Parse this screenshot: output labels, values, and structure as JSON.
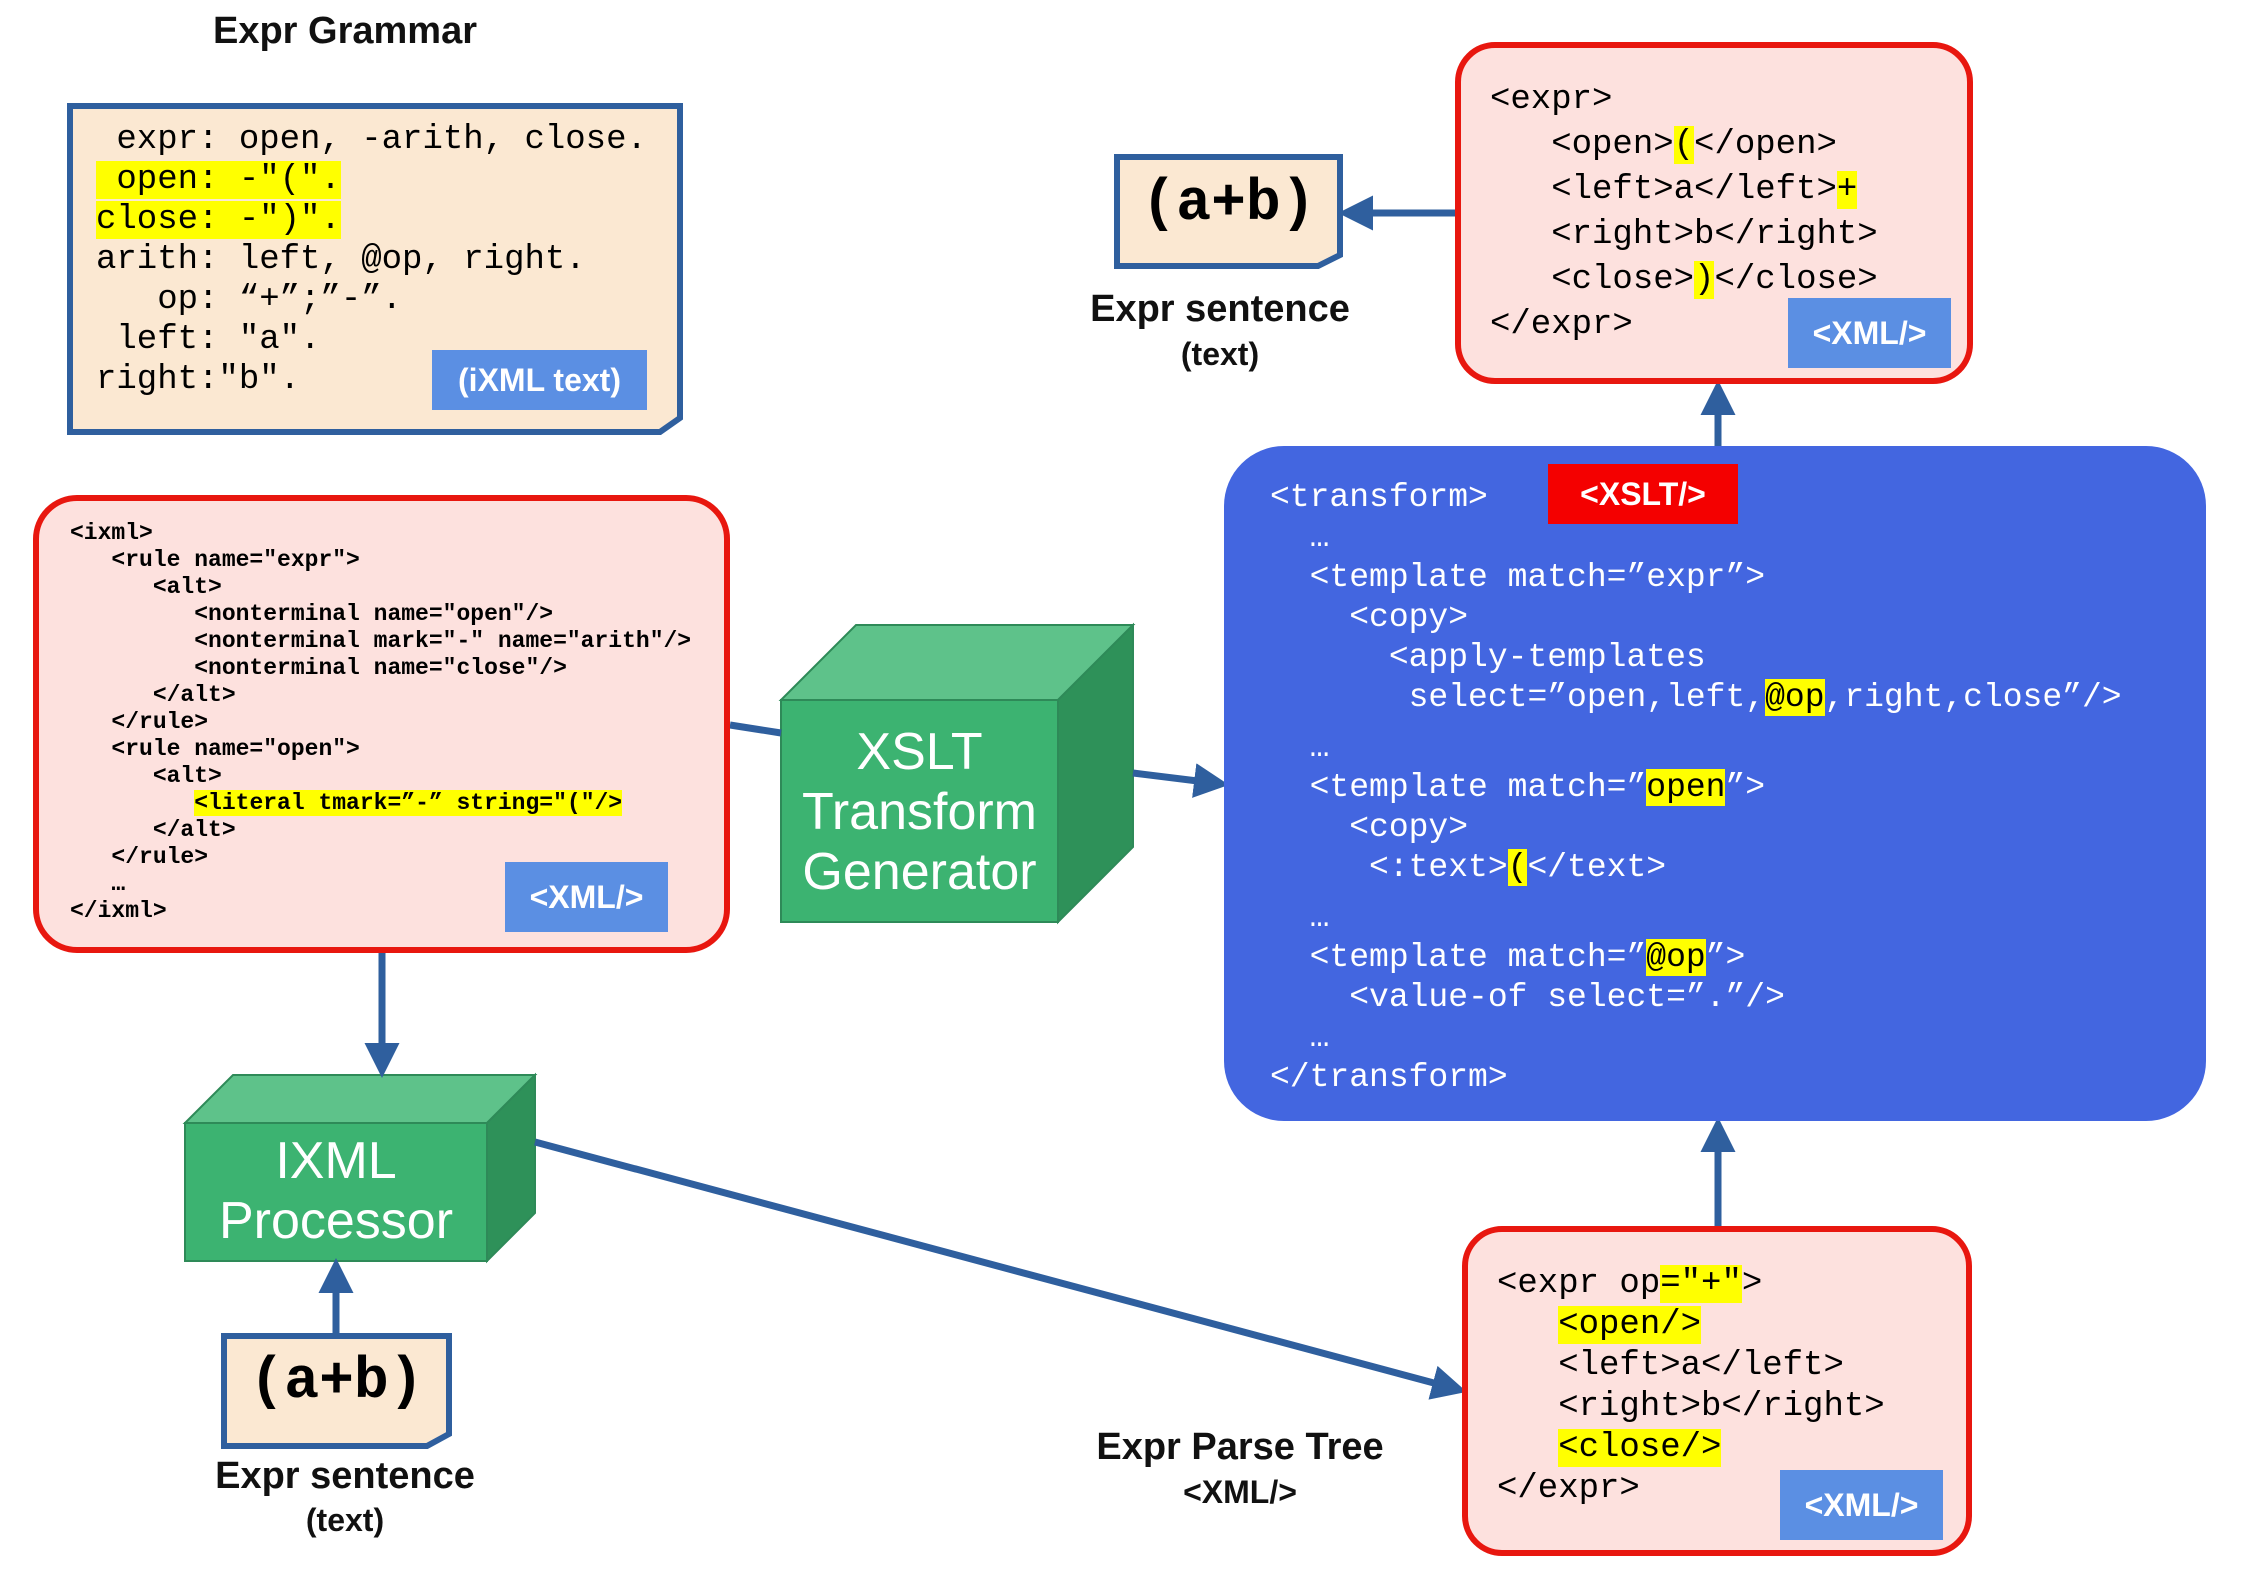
{
  "grammar": {
    "heading": "Expr Grammar",
    "lines": [
      " expr: open, -arith, close.",
      " open: -\"(\".",
      "close: -\")\".",
      "arith: left, @op, right.",
      "   op: “+”;”-”.",
      " left: \"a\".",
      "right:\"b\"."
    ],
    "tag": "(iXML text)"
  },
  "ixml_xml": {
    "lines": [
      "<ixml>",
      "   <rule name=\"expr\">",
      "      <alt>",
      "         <nonterminal name=\"open\"/>",
      "         <nonterminal mark=\"-\" name=\"arith\"/>",
      "         <nonterminal name=\"close\"/>",
      "      </alt>",
      "   </rule>",
      "   <rule name=\"open\">",
      "      <alt>",
      "         <literal tmark=”-” string=\"(\"/>",
      "      </alt>",
      "   </rule>",
      "   …",
      "</ixml>"
    ],
    "tag": "<XML/>"
  },
  "generator": {
    "line1": "XSLT",
    "line2": "Transform",
    "line3": "Generator"
  },
  "processor": {
    "line1": "IXML",
    "line2": "Processor"
  },
  "input_sentence": {
    "text": "(a+b)",
    "title": "Expr sentence",
    "subtitle": "(text)"
  },
  "output_sentence": {
    "text": "(a+b)",
    "title": "Expr sentence",
    "subtitle": "(text)"
  },
  "output_xml": {
    "l1": "<expr>",
    "l2a": "   <open>",
    "l2b": "(",
    "l2c": "</open>",
    "l3a": "   <left>a</left>",
    "l3b": "+",
    "l4": "   <right>b</right>",
    "l5a": "   <close>",
    "l5b": ")",
    "l5c": "</close>",
    "l6": "</expr>",
    "tag": "<XML/>"
  },
  "parse_tree": {
    "title": "Expr Parse Tree",
    "subtitle": "<XML/>",
    "l1a": "<expr op",
    "l1b": "=\"+\"",
    "l1c": ">",
    "l2": "<open/>",
    "l3": "   <left>a</left>",
    "l4": "   <right>b</right>",
    "l5": "<close/>",
    "l6": "</expr>",
    "tag": "<XML/>"
  },
  "xslt": {
    "tag": "<XSLT/>",
    "l1": "<transform>",
    "l2": "  …",
    "l3": "  <template match=”expr”>",
    "l4": "    <copy>",
    "l5": "      <apply-templates",
    "l6a": "       select=”open,left,",
    "l6b": "@op",
    "l6c": ",right,close”/>",
    "l7": "  …",
    "l8a": "  <template match=”",
    "l8b": "open",
    "l8c": "”>",
    "l9": "    <copy>",
    "l10a": "     <:text>",
    "l10b": "(",
    "l10c": "</text>",
    "l11": "  …",
    "l12a": "  <template match=”",
    "l12b": "@op",
    "l12c": "”>",
    "l13": "    <value-of select=”.”/>",
    "l14": "  …",
    "l15": "</transform>"
  },
  "colors": {
    "border_red": "#e8170f",
    "fill_pink": "#fde1de",
    "xslt_blue": "#4366e0",
    "tag_blue": "#5b8fe3",
    "cube_green": "#3cb371",
    "arrow_blue": "#2f5f9e",
    "highlight": "#ffff00",
    "paper": "#fbe8d2"
  }
}
